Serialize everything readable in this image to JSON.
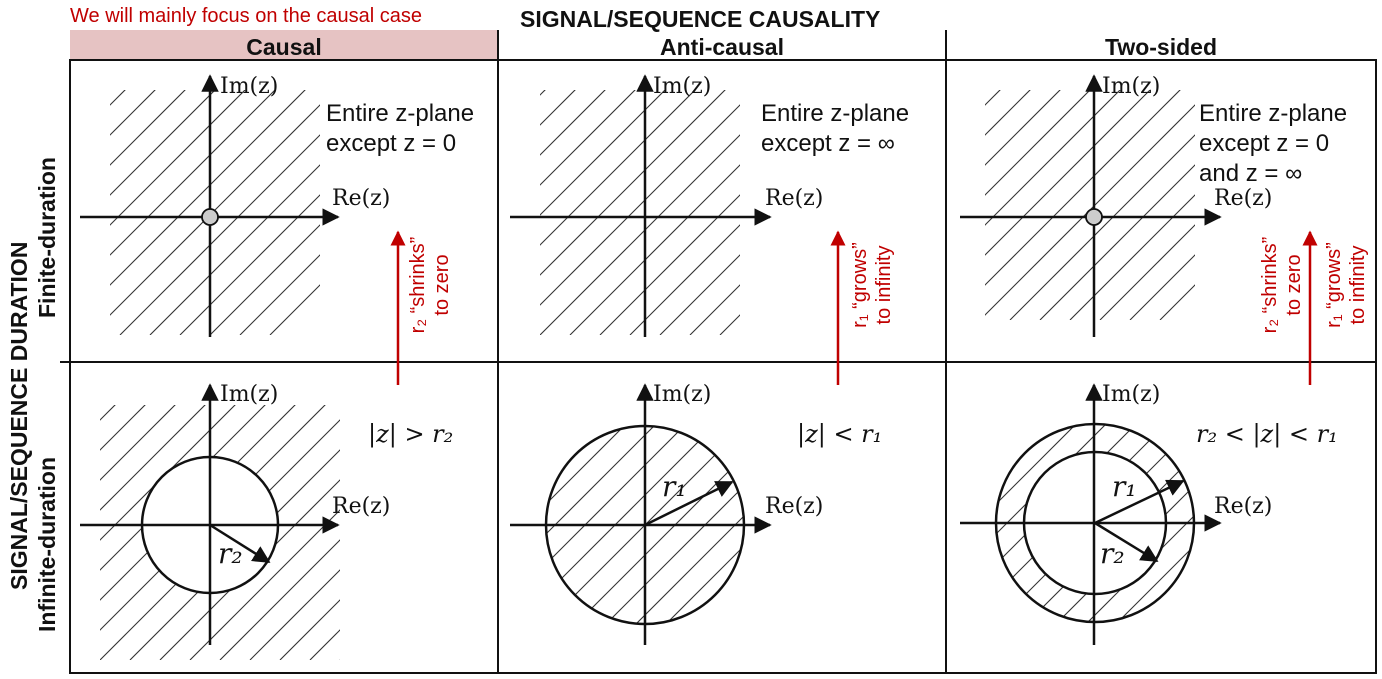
{
  "note": "We will mainly focus on the causal case",
  "title_top": "SIGNAL/SEQUENCE CAUSALITY",
  "title_side": "SIGNAL/SEQUENCE DURATION",
  "columns": [
    {
      "label": "Causal"
    },
    {
      "label": "Anti-causal"
    },
    {
      "label": "Two-sided"
    }
  ],
  "rows": [
    {
      "label": "Finite-duration"
    },
    {
      "label": "Infinite-duration"
    }
  ],
  "axes": {
    "im": "Im(z)",
    "re": "Re(z)"
  },
  "finite": {
    "causal": {
      "line1": "Entire z-plane",
      "line2": "except z = 0"
    },
    "anticausal": {
      "line1": "Entire z-plane",
      "line2": "except z = ∞"
    },
    "twosided": {
      "line1": "Entire z-plane",
      "line2": "except z = 0",
      "line3": "and z = ∞"
    }
  },
  "infinite": {
    "causal": {
      "condition": "|z| > r₂",
      "radius": "r₂"
    },
    "anticausal": {
      "condition": "|z| < r₁",
      "radius": "r₁"
    },
    "twosided": {
      "condition": "r₂ < |z| < r₁",
      "radius_outer": "r₁",
      "radius_inner": "r₂"
    }
  },
  "arrows": {
    "shrink": {
      "line1": "r₂ “shrinks”",
      "line2": "to zero"
    },
    "grow": {
      "line1": "r₁ “grows”",
      "line2": "to infinity"
    }
  },
  "colors": {
    "accent": "#c00000",
    "highlight": "#e6c3c3",
    "point": "#cccccc"
  }
}
